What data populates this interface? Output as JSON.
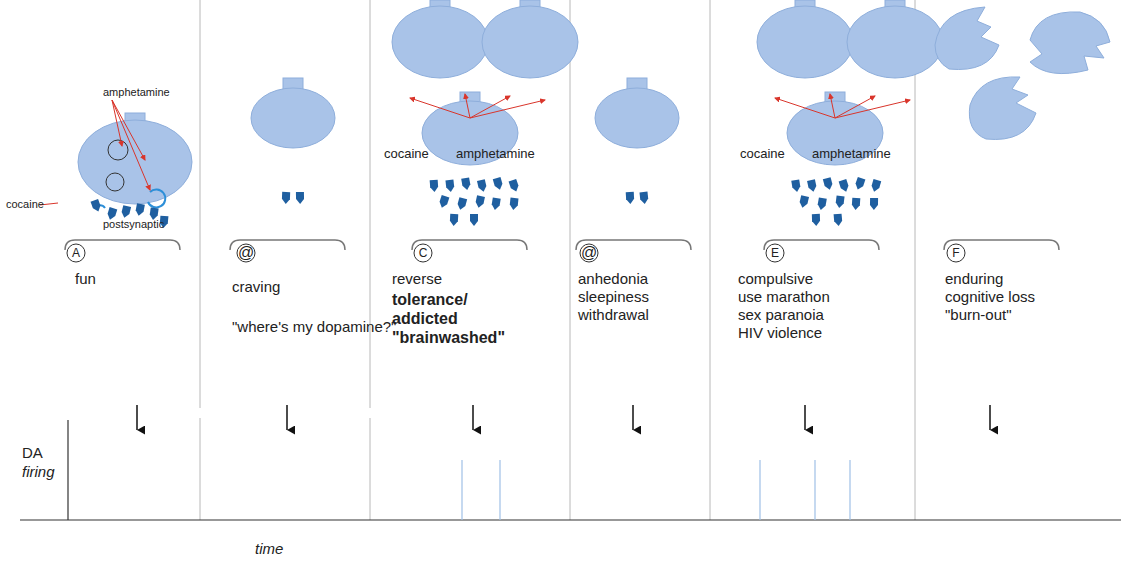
{
  "diagram": {
    "labels": [
      "amphetamine",
      "cocaine",
      "postsynaptic",
      "A",
      "fun",
      "@",
      "craving",
      "\"where's my dopamine?\"",
      "cocaine",
      "amphetamine",
      "C",
      "reverse",
      "tolerance/ addicted \"brainwashed\"",
      "@",
      "anhedonia sleepiness withdrawal",
      "cocaine",
      "amphetamine",
      "E",
      "compulsive use marathon sex paranoia HIV violence",
      "F",
      "enduring cognitive loss \"burn-out\"",
      "DA",
      "firing",
      "time"
    ]
  }
}
